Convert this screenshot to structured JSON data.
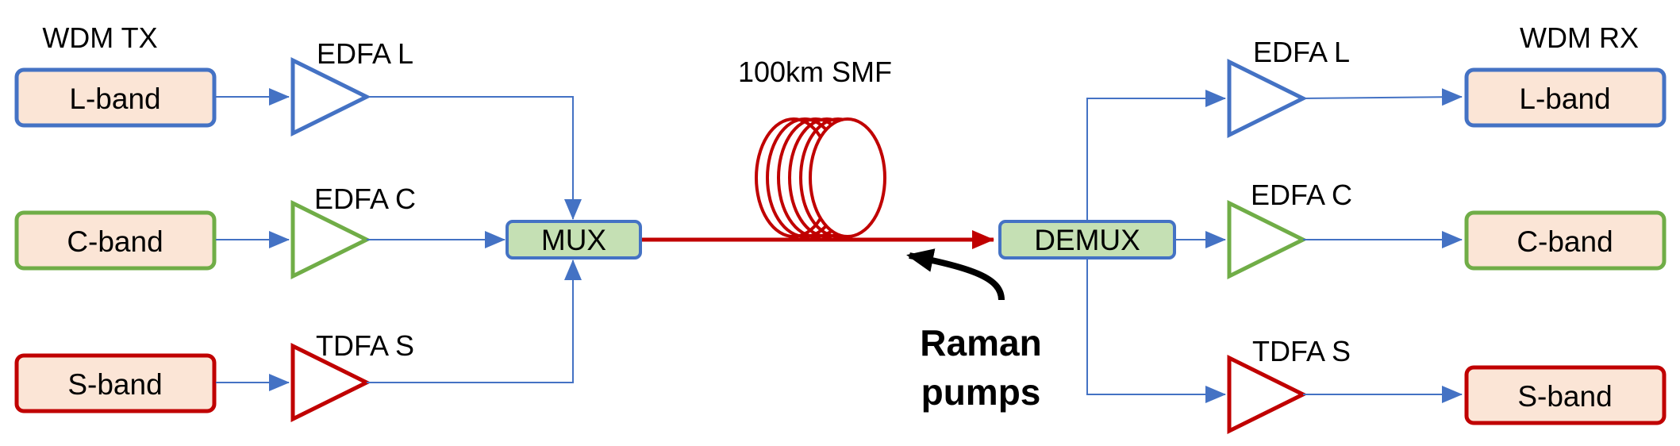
{
  "colors": {
    "blue": "#4472C4",
    "green": "#70AD47",
    "red": "#C00000",
    "box_fill": "#FBE5D6",
    "mux_fill": "#C5E0B4",
    "connector": "#4472C4"
  },
  "tx": {
    "title": "WDM TX",
    "bands": {
      "l": "L-band",
      "c": "C-band",
      "s": "S-band"
    }
  },
  "amps_left": {
    "l": "EDFA L",
    "c": "EDFA C",
    "s": "TDFA S"
  },
  "mux": "MUX",
  "fiber": {
    "label": "100km SMF"
  },
  "demux": "DEMUX",
  "raman": {
    "line1": "Raman",
    "line2": "pumps"
  },
  "amps_right": {
    "l": "EDFA L",
    "c": "EDFA C",
    "s": "TDFA S"
  },
  "rx": {
    "title": "WDM RX",
    "bands": {
      "l": "L-band",
      "c": "C-band",
      "s": "S-band"
    }
  }
}
